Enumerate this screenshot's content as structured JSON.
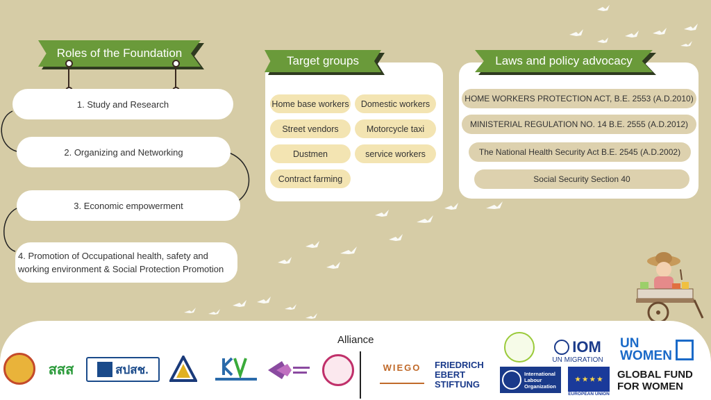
{
  "roles": {
    "title": "Roles of the Foundation",
    "items": [
      "1. Study and Research",
      "2. Organizing and Networking",
      "3. Economic empowerment",
      "4. Promotion of Occupational health, safety and working environment & Social Protection Promotion"
    ]
  },
  "target": {
    "title": "Target groups",
    "groups": [
      "Home base workers",
      "Domestic workers",
      "Street vendors",
      "Motorcycle taxi",
      "Dustmen",
      "service workers",
      "Contract farming"
    ]
  },
  "laws": {
    "title": "Laws and policy advocacy",
    "items": [
      "HOME WORKERS PROTECTION ACT, B.E. 2553 (A.D.2010)",
      "MINISTERIAL REGULATION NO. 14 B.E. 2555 (A.D.2012)",
      "The National Health Security Act B.E. 2545 (A.D.2002)",
      "Social Security Section 40"
    ]
  },
  "alliance": {
    "title": "Alliance",
    "logos": {
      "sss": "สสส",
      "nhso": "สปสช.",
      "wiego": "WIEGO",
      "fes": "FRIEDRICH EBERT STIFTUNG",
      "iom": "IOM",
      "iom_sub": "UN MIGRATION",
      "ilo": "International Labour Organization",
      "eu": "EUROPEAN UNION",
      "unwomen": "UN WOMEN",
      "gfw": "GLOBAL FUND FOR WOMEN"
    }
  },
  "colors": {
    "background": "#d6cca6",
    "banner": "#6a9a3a",
    "chip": "#f3e4b2",
    "law_chip": "#ddd1ae"
  }
}
